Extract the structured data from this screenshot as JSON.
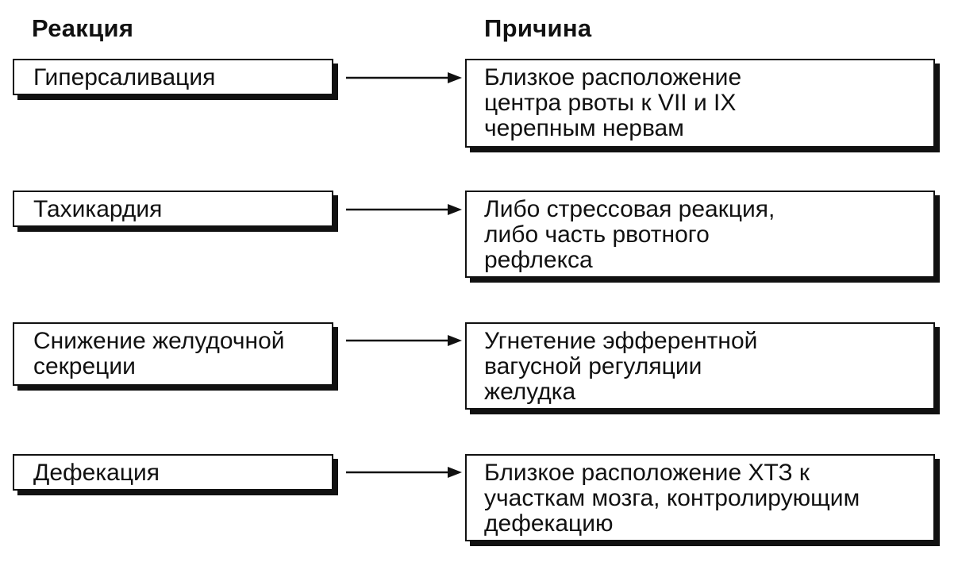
{
  "headers": {
    "reaction": "Реакция",
    "cause": "Причина"
  },
  "rows": [
    {
      "reaction": "Гиперсаливация",
      "cause": "Близкое расположение\nцентра рвоты к VII и IX\nчерепным   нервам"
    },
    {
      "reaction": "Тахикардия",
      "cause": "Либо стрессовая реакция,\nлибо часть рвотного\nрефлекса"
    },
    {
      "reaction": "Снижение желудочной\nсекреции",
      "cause": "Угнетение эфферентной\nвагусной регуляции\nжелудка"
    },
    {
      "reaction": "Дефекация",
      "cause": "Близкое расположение ХТЗ к\nучасткам мозга, контролирующим\nдефекацию"
    }
  ]
}
